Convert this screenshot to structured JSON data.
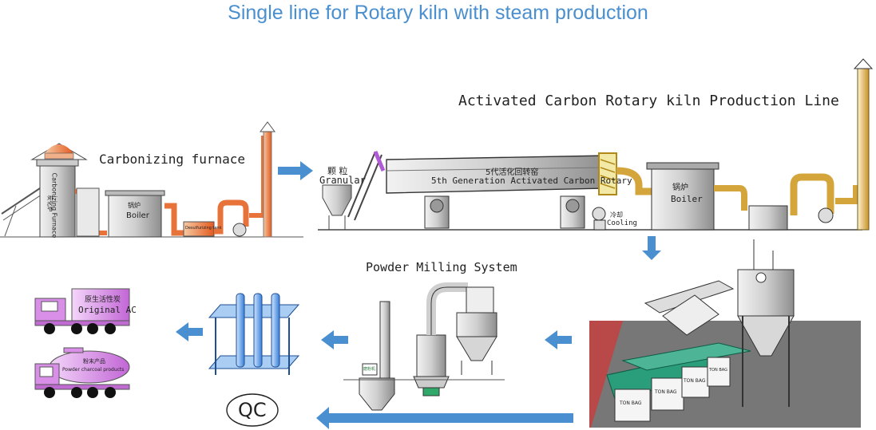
{
  "title": "Single line for Rotary kiln with steam production",
  "labels": {
    "rotary_line": "Activated Carbon Rotary kiln Production Line",
    "carbonizing_furnace": "Carbonizing furnace",
    "furnace_vertical": "Carbonizing Furnace",
    "furnace_cn": "炭化炉",
    "boiler_left": "Boiler",
    "boiler_left_cn": "锅炉",
    "desulfur_tank": "Desulfurizing tank",
    "granular_cn": "颗 粒",
    "granular": "Granular",
    "kiln_cn": "5代活化回转窑",
    "kiln_en": "5th Generation Activated Carbon Rotary",
    "boiler_right_cn": "锅炉",
    "boiler_right": "Boiler",
    "cooling_cn": "冷却",
    "cooling": "Cooling",
    "powder_milling": "Powder Milling System",
    "mill_tag": "磨粉机",
    "bag1": "TON BAG",
    "bag2": "TON BAG",
    "bag3": "TON BAG",
    "bag4": "TON BAG",
    "qc": "QC",
    "truck1_cn": "原生活性炭",
    "truck1_en": "Original AC",
    "truck2_cn": "粉末产品",
    "truck2_en": "Powder charcoal products"
  },
  "colors": {
    "arrow": "#4a8fcf",
    "title": "#4a8fcf",
    "steam_pipe": "#e8733a",
    "flue_pipe": "#d4a53a",
    "truck": "#d98ee8",
    "rack": "#4a8fcf",
    "table": "#2a9d7a"
  }
}
